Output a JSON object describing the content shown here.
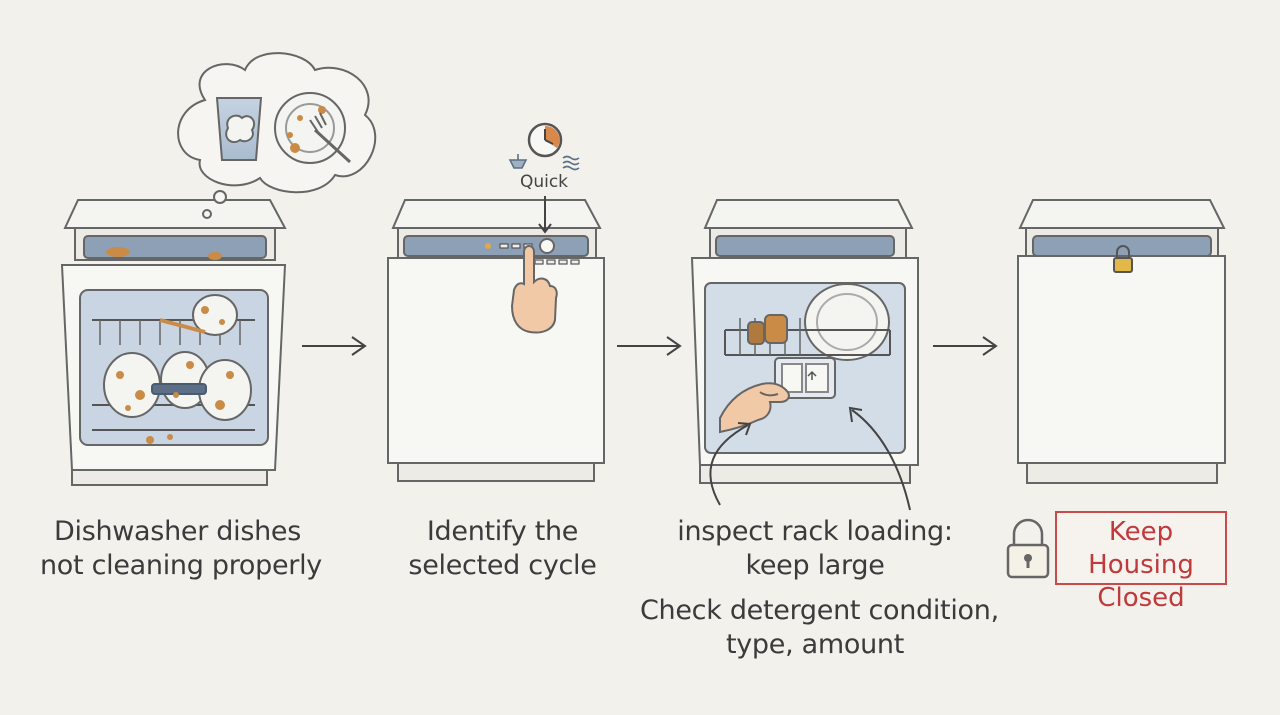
{
  "steps": [
    {
      "id": "dirty-dishes",
      "lines": [
        "Dishwasher dishes",
        "not cleaning properly"
      ]
    },
    {
      "id": "identify-cycle",
      "lines": [
        "Identify the",
        "selected cycle"
      ],
      "cycle_label": "Quick"
    },
    {
      "id": "inspect-rack",
      "lines": [
        "inspect rack loading:",
        "keep large"
      ],
      "extra_lines": [
        "Check detergent condition,",
        "type, amount"
      ]
    },
    {
      "id": "keep-closed",
      "lines": [
        "Keep Housing",
        "Closed"
      ]
    }
  ],
  "colors": {
    "outline": "#6b6b6b",
    "panel": "#8ea0b5",
    "interior": "#c9d5e2",
    "warning": "#c0393b",
    "skin": "#f2c9a6",
    "stain": "#c98b45"
  },
  "icons": [
    "thought-bubble-icon",
    "glass-icon",
    "plate-fork-icon",
    "clock-icon",
    "fork-icon",
    "wave-icon",
    "hand-icon",
    "lock-icon",
    "arrow-right-icon"
  ]
}
